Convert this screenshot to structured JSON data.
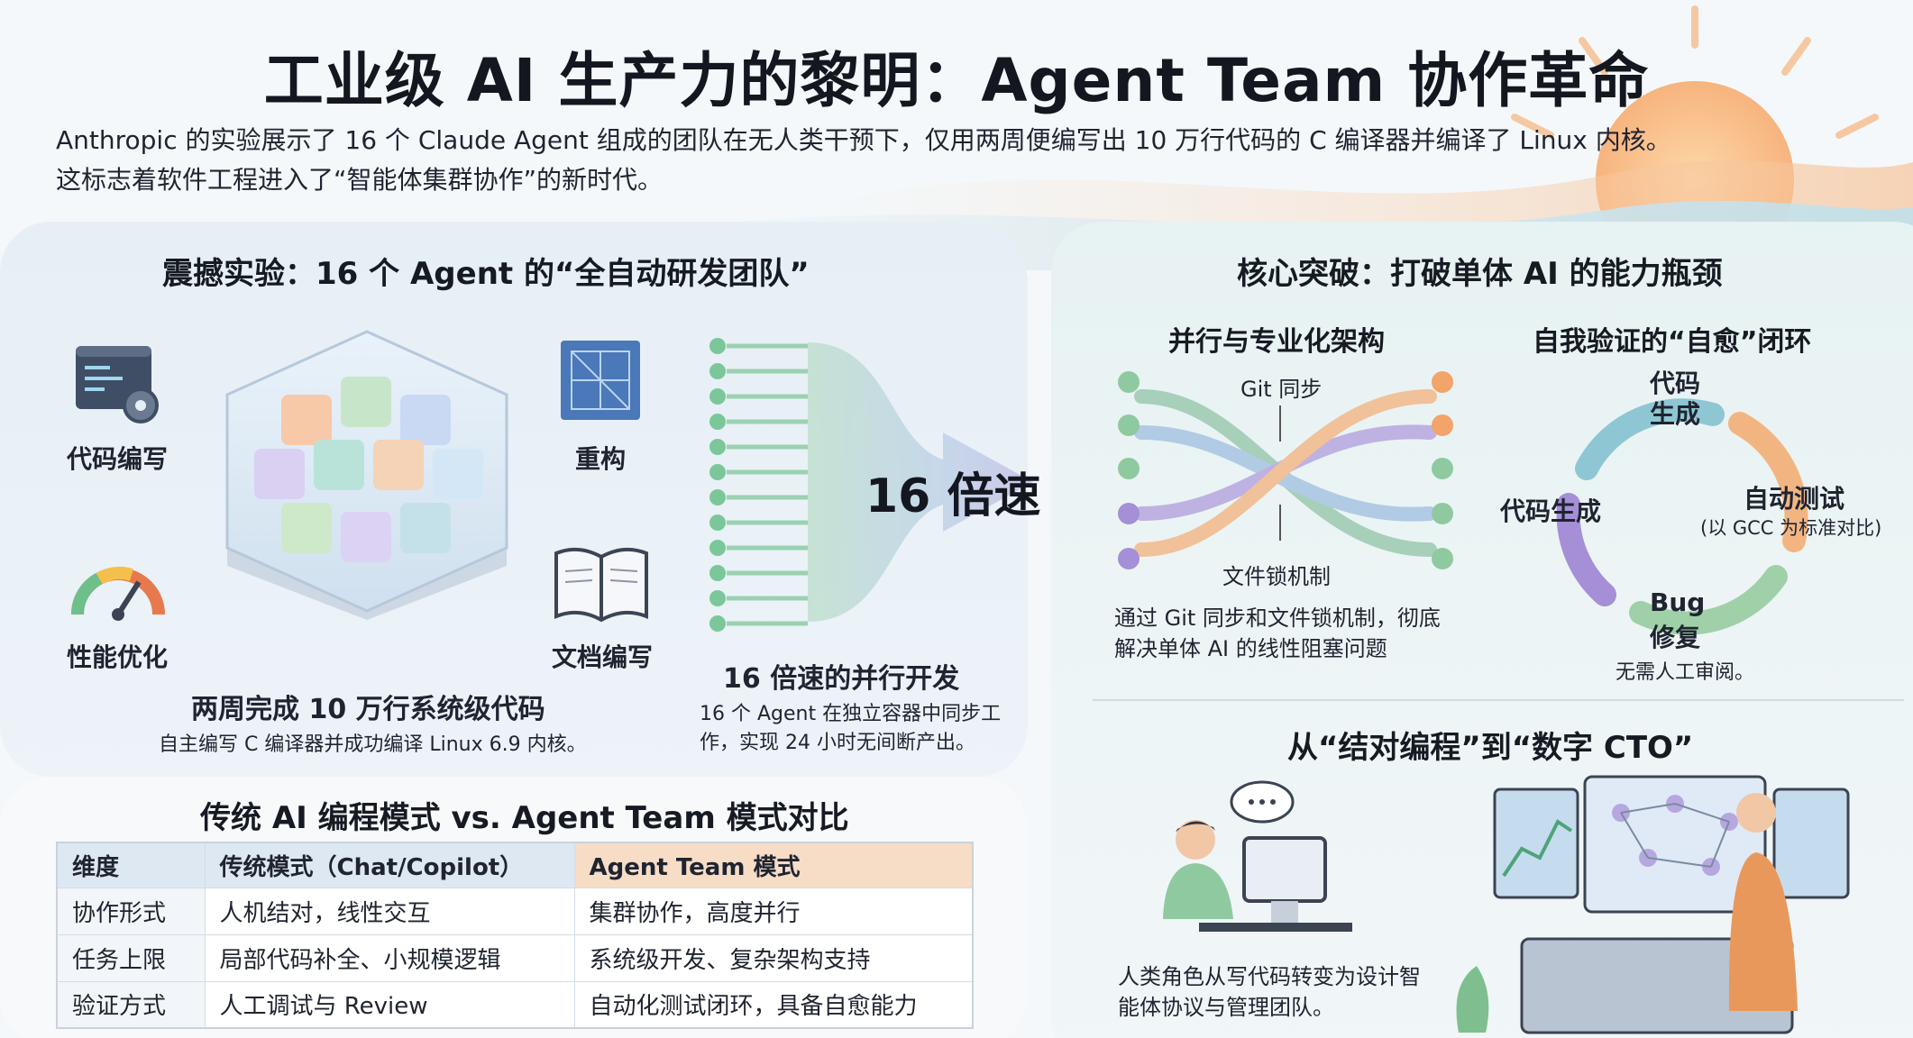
{
  "title": "工业级 AI 生产力的黎明：Agent Team 协作革命",
  "intro": {
    "line1": "Anthropic 的实验展示了 16 个 Claude Agent 组成的团队在无人类干预下，仅用两周便编写出 10 万行代码的 C 编译器并编译了 Linux 内核。",
    "line2": "这标志着软件工程进入了“智能体集群协作”的新时代。"
  },
  "experiment": {
    "title": "震撼实验：16 个 Agent 的“全自动研发团队”",
    "icons": [
      {
        "label": "代码编写",
        "icon": "code-gear-icon"
      },
      {
        "label": "重构",
        "icon": "blueprint-icon"
      },
      {
        "label": "性能优化",
        "icon": "speedometer-icon"
      },
      {
        "label": "文档编写",
        "icon": "book-icon"
      }
    ],
    "cube_caption": "两周完成 10 万行系统级代码",
    "cube_desc": "自主编写 C 编译器并成功编译 Linux 6.9 内核。",
    "speed_label": "16 倍速",
    "parallel_caption": "16 倍速的并行开发",
    "parallel_desc_1": "16 个 Agent 在独立容器中同步工",
    "parallel_desc_2": "作，实现 24 小时无间断产出。"
  },
  "breakthrough": {
    "title": "核心突破：打破单体 AI 的能力瓶颈",
    "parallel": {
      "title": "并行与专业化架构",
      "git_label": "Git 同步",
      "lock_label": "文件锁机制",
      "desc_1": "通过 Git 同步和文件锁机制，彻底",
      "desc_2": "解决单体 AI 的线性阻塞问题"
    },
    "loop": {
      "title": "自我验证的“自愈”闭环",
      "node_top_1": "代码",
      "node_top_2": "生成",
      "node_left": "代码生成",
      "node_right": "自动测试",
      "node_right_sub": "(以 GCC 为标准对比)",
      "node_bottom_1": "Bug",
      "node_bottom_2": "修复",
      "footer": "无需人工审阅。"
    }
  },
  "cto": {
    "title": "从“结对编程”到“数字 CTO”",
    "desc_1": "人类角色从写代码转变为设计智",
    "desc_2": "能体协议与管理团队。"
  },
  "comparison": {
    "title": "传统 AI 编程模式 vs. Agent Team 模式对比",
    "headers": [
      "维度",
      "传统模式（Chat/Copilot）",
      "Agent Team 模式"
    ],
    "rows": [
      [
        "协作形式",
        "人机结对，线性交互",
        "集群协作，高度并行"
      ],
      [
        "任务上限",
        "局部代码补全、小规模逻辑",
        "系统级开发、复杂架构支持"
      ],
      [
        "验证方式",
        "人工调试与 Review",
        "自动化测试闭环，具备自愈能力"
      ]
    ]
  },
  "colors": {
    "accent_orange": "#f2a46a",
    "accent_green": "#8fc9a0",
    "accent_purple": "#a58fd6",
    "accent_blue": "#7fb3d9"
  }
}
